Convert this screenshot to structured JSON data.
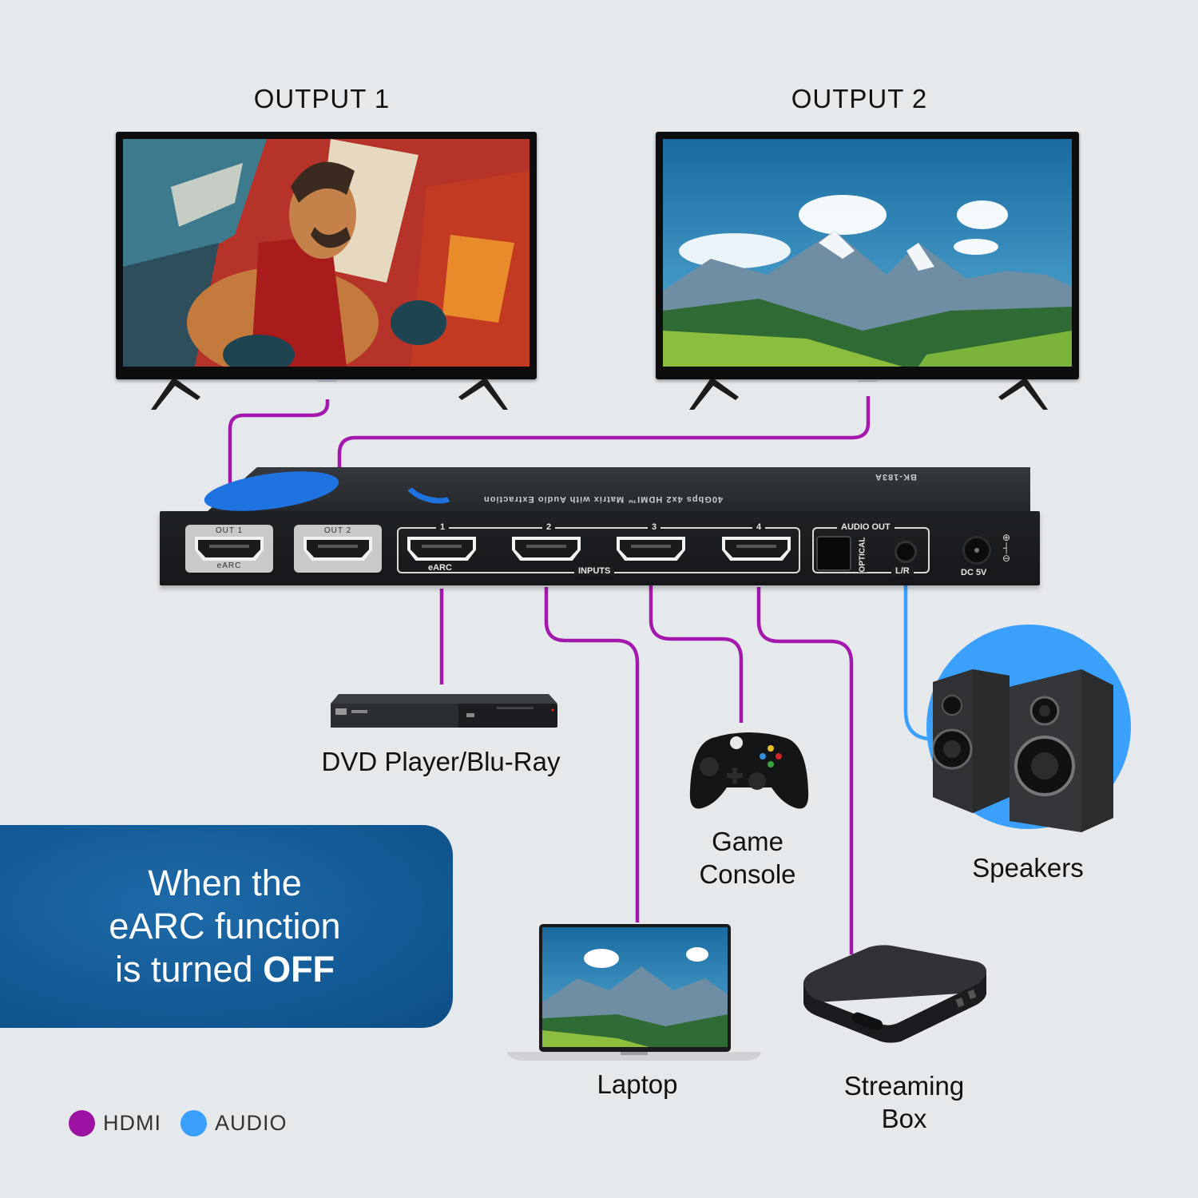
{
  "outputs": [
    {
      "title": "OUTPUT 1",
      "screen_content": "illustrated-boxer"
    },
    {
      "title": "OUTPUT 2",
      "screen_content": "mountain-landscape"
    }
  ],
  "device": {
    "top_text": "40Gbps 4x2 HDMI™ Matrix with Audio Extraction",
    "model": "BK-183A",
    "out_ports": [
      {
        "label": "OUT 1",
        "sub_label": "eARC"
      },
      {
        "label": "OUT 2",
        "sub_label": ""
      }
    ],
    "input_ports": [
      {
        "number": "1",
        "sub_label": "eARC"
      },
      {
        "number": "2",
        "sub_label": ""
      },
      {
        "number": "3",
        "sub_label": ""
      },
      {
        "number": "4",
        "sub_label": ""
      }
    ],
    "inputs_label": "INPUTS",
    "audio_out_label": "AUDIO OUT",
    "optical_label": "OPTICAL",
    "lr_label": "L/R",
    "power_label": "DC 5V"
  },
  "sources": [
    {
      "id": "dvd",
      "label": "DVD Player/Blu-Ray",
      "input": "1"
    },
    {
      "id": "laptop",
      "label": "Laptop",
      "input": "2"
    },
    {
      "id": "console",
      "label_lines": [
        "Game",
        "Console"
      ],
      "input": "3"
    },
    {
      "id": "streaming",
      "label_lines": [
        "Streaming",
        "Box"
      ],
      "input": "4"
    }
  ],
  "speakers": {
    "label": "Speakers"
  },
  "banner": {
    "line1": "When the",
    "line2": "eARC function",
    "line3_prefix": "is turned ",
    "line3_emphasis": "OFF"
  },
  "legend": [
    {
      "label": "HDMI",
      "color": "#9b12a3"
    },
    {
      "label": "AUDIO",
      "color": "#3ba0fb"
    }
  ],
  "colors": {
    "background": "#e6e9ec",
    "hdmi_cable": "#a318ad",
    "audio_cable": "#3ba0fb",
    "banner": "#1560a0"
  }
}
